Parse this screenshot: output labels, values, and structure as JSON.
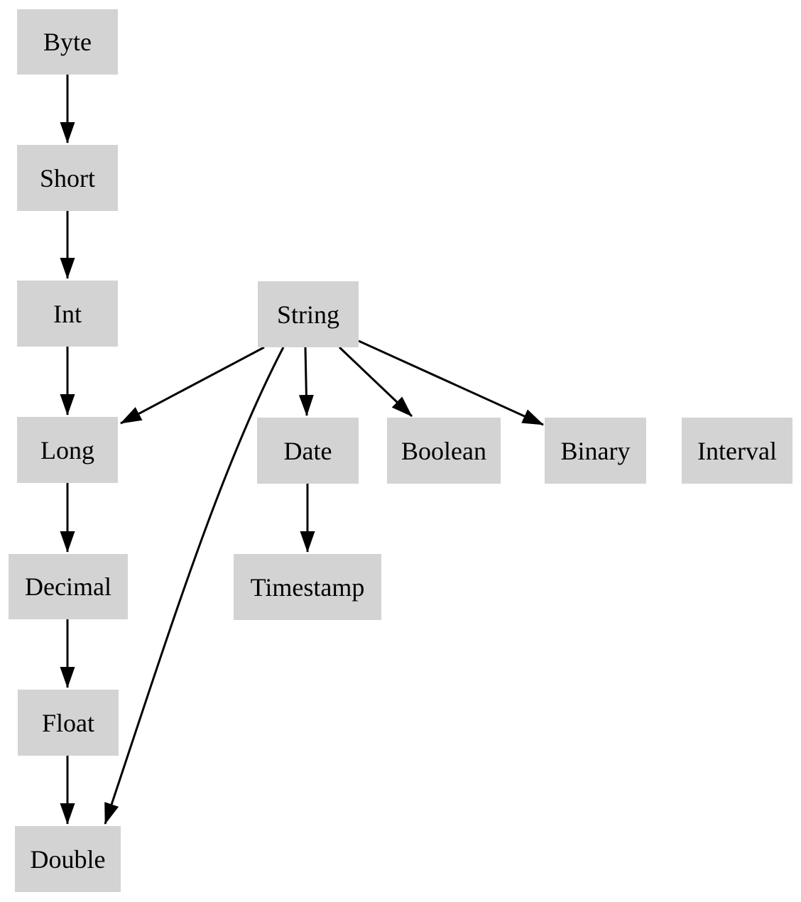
{
  "nodes": [
    {
      "id": "byte",
      "label": "Byte"
    },
    {
      "id": "short",
      "label": "Short"
    },
    {
      "id": "int",
      "label": "Int"
    },
    {
      "id": "string",
      "label": "String"
    },
    {
      "id": "long",
      "label": "Long"
    },
    {
      "id": "date",
      "label": "Date"
    },
    {
      "id": "boolean",
      "label": "Boolean"
    },
    {
      "id": "binary",
      "label": "Binary"
    },
    {
      "id": "interval",
      "label": "Interval"
    },
    {
      "id": "decimal",
      "label": "Decimal"
    },
    {
      "id": "timestamp",
      "label": "Timestamp"
    },
    {
      "id": "float",
      "label": "Float"
    },
    {
      "id": "double",
      "label": "Double"
    }
  ],
  "edges": [
    {
      "from": "Byte",
      "to": "Short"
    },
    {
      "from": "Short",
      "to": "Int"
    },
    {
      "from": "Int",
      "to": "Long"
    },
    {
      "from": "String",
      "to": "Long"
    },
    {
      "from": "String",
      "to": "Date"
    },
    {
      "from": "String",
      "to": "Boolean"
    },
    {
      "from": "String",
      "to": "Binary"
    },
    {
      "from": "String",
      "to": "Double"
    },
    {
      "from": "Long",
      "to": "Decimal"
    },
    {
      "from": "Decimal",
      "to": "Float"
    },
    {
      "from": "Float",
      "to": "Double"
    },
    {
      "from": "Date",
      "to": "Timestamp"
    }
  ],
  "colors": {
    "background": "#ffffff",
    "node_fill": "#d3d3d3",
    "edge": "#000000",
    "text": "#000000"
  }
}
